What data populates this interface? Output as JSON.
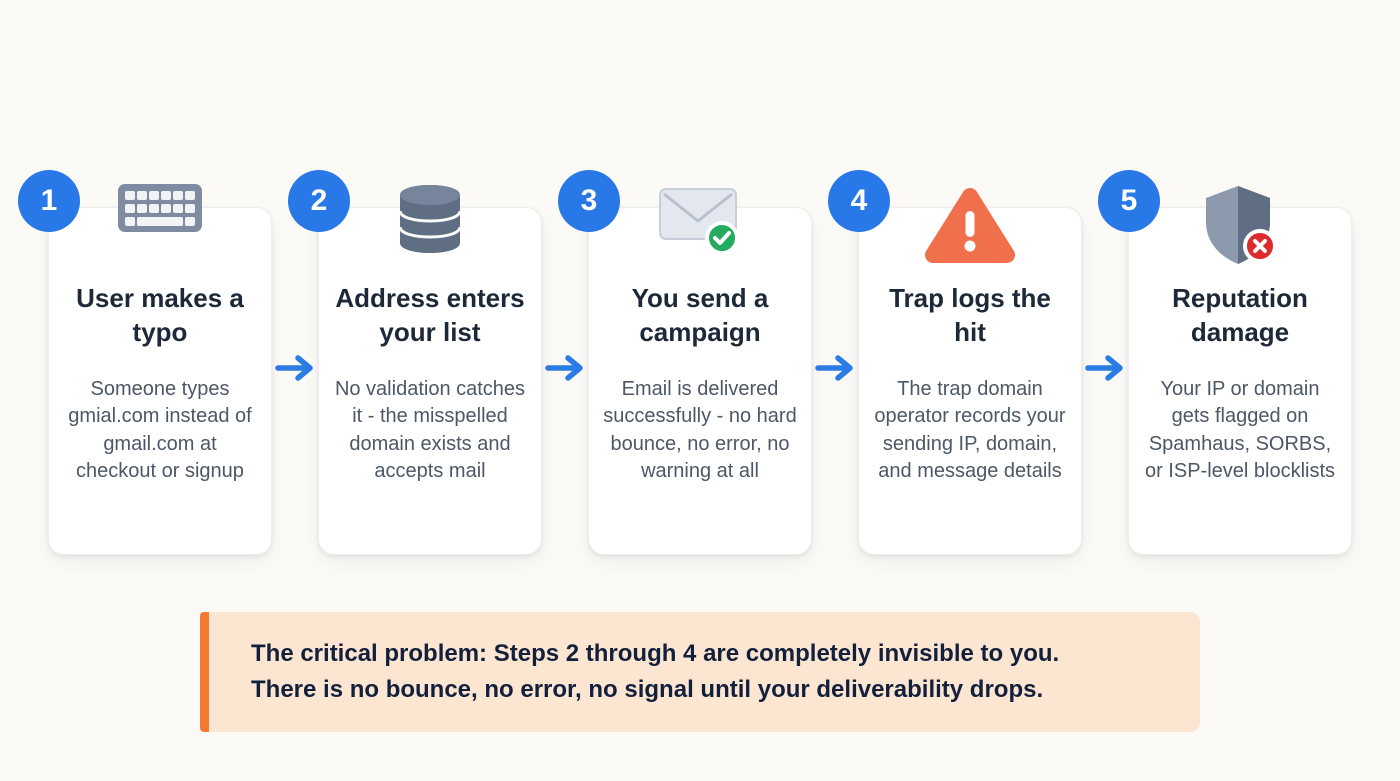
{
  "flow": {
    "steps": [
      {
        "number": "1",
        "icon": "keyboard-icon",
        "title": "User makes a typo",
        "body": "Someone types gmial.com instead of gmail.com at checkout or signup"
      },
      {
        "number": "2",
        "icon": "database-icon",
        "title": "Address enters your list",
        "body": "No validation catches it - the misspelled domain exists and accepts mail"
      },
      {
        "number": "3",
        "icon": "envelope-check-icon",
        "title": "You send a campaign",
        "body": "Email is delivered successfully - no hard bounce, no error, no warning at all"
      },
      {
        "number": "4",
        "icon": "warning-triangle-icon",
        "title": "Trap logs the hit",
        "body": "The trap domain operator records your sending IP, domain, and message details"
      },
      {
        "number": "5",
        "icon": "shield-x-icon",
        "title": "Reputation damage",
        "body": "Your IP or domain gets flagged on Spamhaus, SORBS, or ISP-level blocklists"
      }
    ]
  },
  "callout": {
    "line1": "The critical problem: Steps 2 through 4 are completely invisible to you.",
    "line2": "There is no bounce, no error, no signal until your deliverability drops."
  },
  "colors": {
    "badge_blue": "#2878e8",
    "arrow_blue": "#2b7ce5",
    "card_title": "#1d2838",
    "card_body_text": "#4d5766",
    "callout_accent": "#f5792f",
    "callout_background": "#fce6d2",
    "warning_orange": "#f0704b",
    "success_green": "#23ab5f",
    "error_red": "#de2a2a",
    "icon_slate": "#5f6e83"
  }
}
